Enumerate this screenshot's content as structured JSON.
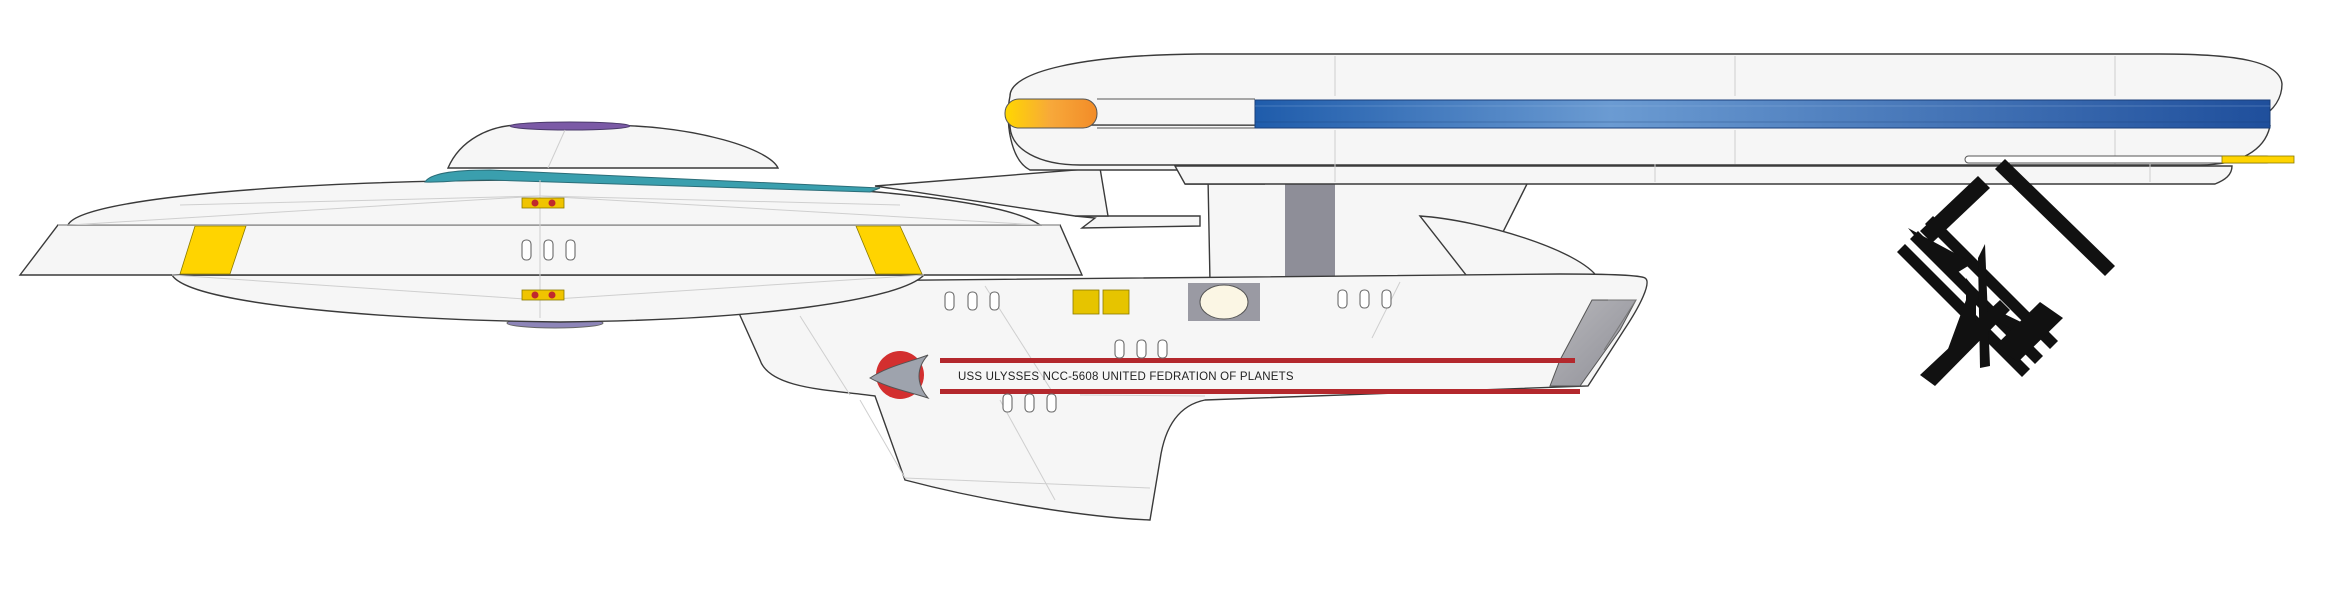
{
  "ship": {
    "registry_text": "USS ULYSSES NCC-5608 UNITED FEDRATION OF PLANETS"
  },
  "colors": {
    "hull": "#f6f6f6",
    "outline": "#3a3a3a",
    "panel_line": "#cfcfcf",
    "deflector_teal": "#3a9fae",
    "bridge_purple": "#7b5aa6",
    "nacelle_blue": "#1f5cab",
    "nacelle_blue_light": "#6b9bd2",
    "bussard_orange": "#f28c28",
    "bussard_yellow": "#ffd700",
    "stripe_red": "#b3282d",
    "marker_yellow": "#ffd400",
    "emblem_red": "#d32f2f",
    "pylon_gray": "#8e8e98",
    "emblem_black": "#111111"
  },
  "icons": {
    "emblem": "starfleet-delta-emblem",
    "logo": "diamond-k-logo"
  }
}
